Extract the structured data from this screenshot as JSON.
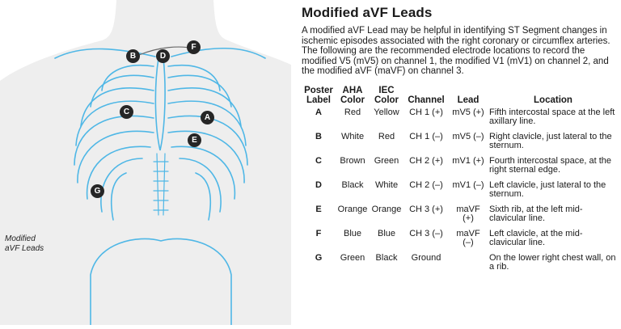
{
  "title": "Modified aVF Leads",
  "intro": "A modified aVF Lead may be helpful in identifying ST Segment changes in ischemic episodes associated with the right coronary or circumflex arteries. The following are the recommended electrode locations to record the modified V5 (mV5) on channel 1, the modified V1 (mV1) on channel 2, and the modified aVF (maVF) on channel 3.",
  "caption": {
    "line1": "Modified",
    "line2": "aVF Leads"
  },
  "markers": {
    "a": "A",
    "b": "B",
    "c": "C",
    "d": "D",
    "e": "E",
    "f": "F",
    "g": "G"
  },
  "table": {
    "headers": {
      "poster": [
        "Poster",
        "Label"
      ],
      "aha": [
        "AHA",
        "Color"
      ],
      "iec": [
        "IEC",
        "Color"
      ],
      "channel": "Channel",
      "lead": "Lead",
      "location": "Location"
    },
    "rows": [
      {
        "label": "A",
        "aha": "Red",
        "iec": "Yellow",
        "channel": "CH 1 (+)",
        "lead": "mV5 (+)",
        "location": "Fifth intercostal space at the left axillary line."
      },
      {
        "label": "B",
        "aha": "White",
        "iec": "Red",
        "channel": "CH 1 (–)",
        "lead": "mV5 (–)",
        "location": "Right clavicle, just lateral to the sternum."
      },
      {
        "label": "C",
        "aha": "Brown",
        "iec": "Green",
        "channel": "CH 2 (+)",
        "lead": "mV1 (+)",
        "location": "Fourth intercostal space, at the right sternal edge."
      },
      {
        "label": "D",
        "aha": "Black",
        "iec": "White",
        "channel": "CH 2 (–)",
        "lead": "mV1 (–)",
        "location": "Left clavicle, just lateral to the sternum."
      },
      {
        "label": "E",
        "aha": "Orange",
        "iec": "Orange",
        "channel": "CH 3 (+)",
        "lead": "maVF (+)",
        "location": "Sixth rib, at the left mid-clavicular line."
      },
      {
        "label": "F",
        "aha": "Blue",
        "iec": "Blue",
        "channel": "CH 3 (–)",
        "lead": "maVF (–)",
        "location": "Left clavicle, at the mid-clavicular line."
      },
      {
        "label": "G",
        "aha": "Green",
        "iec": "Black",
        "channel": "Ground",
        "lead": "",
        "location": "On the lower right chest wall, on a rib."
      }
    ]
  },
  "colors": {
    "skin": "#eeeeee",
    "bone": "#4fb7e6",
    "marker": "#262626"
  }
}
